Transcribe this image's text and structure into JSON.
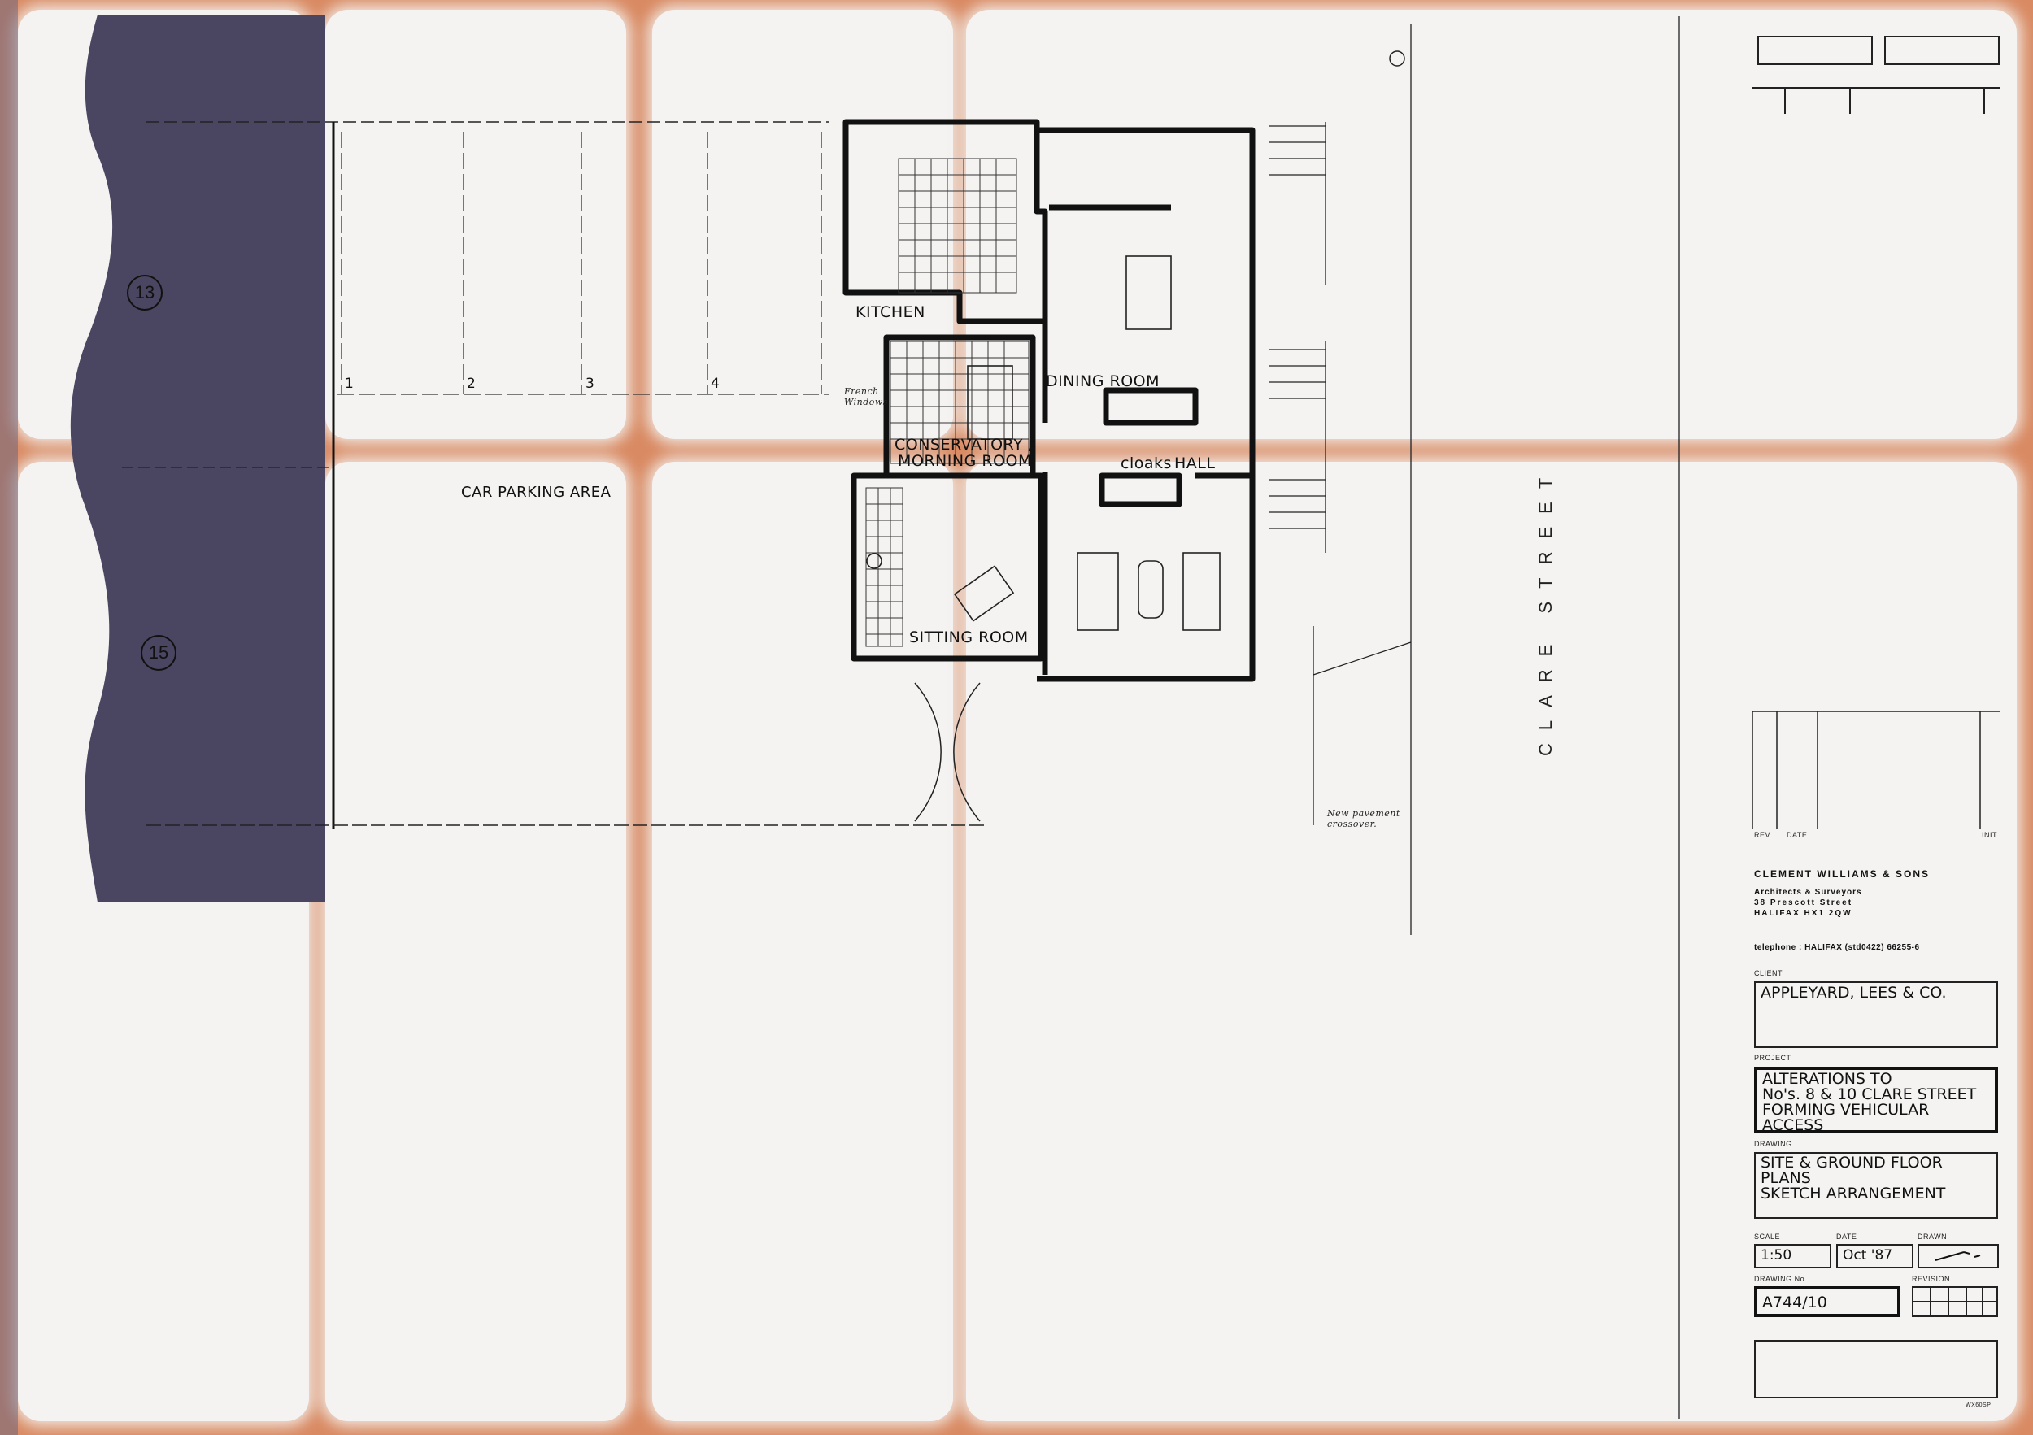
{
  "plan": {
    "kitchen": "KITCHEN",
    "dining_room": "DINING ROOM",
    "conservatory": "CONSERVATORY /",
    "morning_room": "MORNING ROOM",
    "cloaks": "cloaks",
    "hall": "HALL",
    "sitting_room": "SITTING ROOM",
    "car_parking": "CAR PARKING AREA",
    "street_name": "CLARE STREET",
    "french_windows_line1": "French",
    "french_windows_line2": "Windows",
    "pavement_note_line1": "New pavement",
    "pavement_note_line2": "crossover.",
    "bay_numbers": [
      "1",
      "2",
      "3",
      "4"
    ],
    "house_13": "13",
    "house_15": "15"
  },
  "title_block": {
    "rev_label": "REV.",
    "date_label": "DATE",
    "init_label": "INIT",
    "firm_name": "CLEMENT WILLIAMS & SONS",
    "firm_profession": "Architects & Surveyors",
    "firm_address_1": "38 Prescott Street",
    "firm_address_2": "HALIFAX    HX1 2QW",
    "telephone": "telephone : HALIFAX (std0422) 66255-6",
    "client_label": "CLIENT",
    "client_value": "APPLEYARD, LEES & CO.",
    "project_label": "PROJECT",
    "project_line1": "ALTERATIONS TO",
    "project_line2": "No's. 8 & 10 CLARE STREET",
    "project_line3": "FORMING VEHICULAR ACCESS",
    "drawing_label": "DRAWING",
    "drawing_line1": "SITE & GROUND FLOOR PLANS",
    "drawing_line2": "SKETCH ARRANGEMENT",
    "scale_label": "SCALE",
    "scale_value": "1:50",
    "date_label2": "DATE",
    "date_value": "Oct '87",
    "drawn_label": "DRAWN",
    "drawing_no_label": "DRAWING No",
    "drawing_no_value": "A744/10",
    "revision_label": "REVISION",
    "footer_code": "WX60SP"
  },
  "colors": {
    "fold_tape": "#d98a62",
    "paper": "#f4f3f1",
    "neighbour_fill": "#4a4560",
    "ink": "#111111"
  }
}
